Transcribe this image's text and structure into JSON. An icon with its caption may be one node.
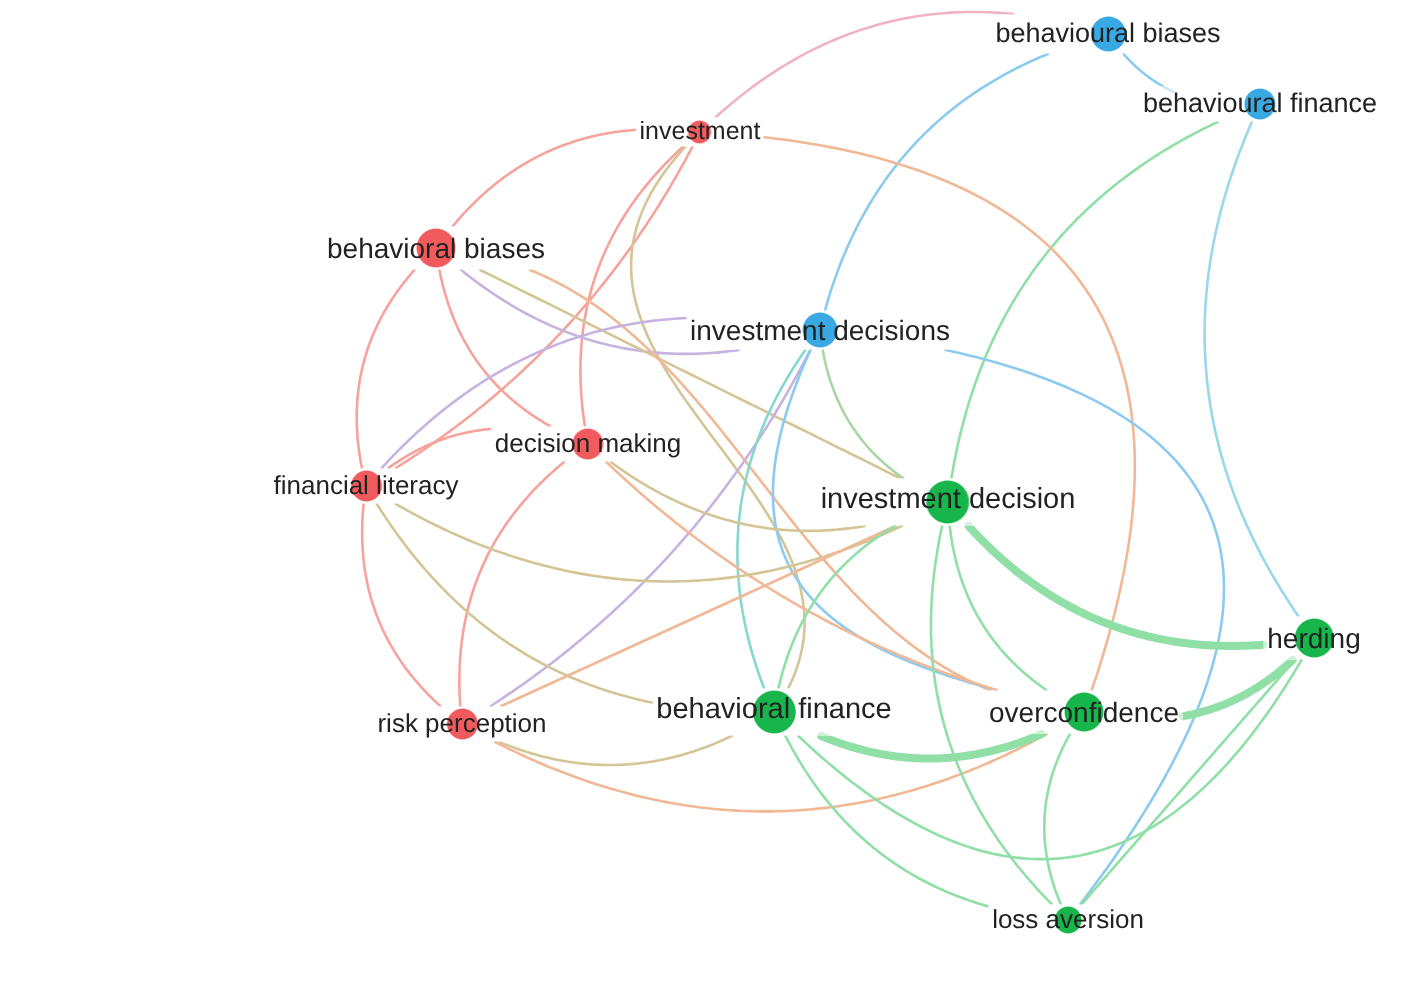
{
  "diagram": {
    "nodes": [
      {
        "text": [
          "behavioural biases"
        ]
      },
      {
        "text": [
          "behavioural finance"
        ]
      },
      {
        "text": [
          "investment"
        ]
      },
      {
        "text": [
          "behavioral biases"
        ]
      },
      {
        "text": [
          "investment decisions"
        ]
      },
      {
        "text": [
          "decision making"
        ]
      },
      {
        "text": [
          "financial literacy"
        ]
      },
      {
        "text": [
          "investment decision"
        ]
      },
      {
        "text": [
          "herding"
        ]
      },
      {
        "text": [
          "behavioral finance"
        ]
      },
      {
        "text": [
          "overconfidence"
        ]
      },
      {
        "text": [
          "risk perception"
        ]
      },
      {
        "text": [
          "loss aversion"
        ]
      }
    ],
    "edges": [
      {
        "from": 0,
        "to": 1,
        "arrow": "none",
        "color": "#8ccbef"
      },
      {
        "from": 0,
        "to": 2,
        "arrow": "none",
        "color": "#f0b3c3"
      },
      {
        "from": 0,
        "to": 4,
        "arrow": "none",
        "color": "#8ccbef"
      },
      {
        "from": 1,
        "to": 8,
        "arrow": "none",
        "color": "#9ad6ec"
      },
      {
        "from": 1,
        "to": 7,
        "arrow": "none",
        "color": "#8fdfa6"
      },
      {
        "from": 2,
        "to": 3,
        "arrow": "none",
        "color": "#f6a39c"
      },
      {
        "from": 2,
        "to": 5,
        "arrow": "none",
        "color": "#f6a39c"
      },
      {
        "from": 2,
        "to": 6,
        "arrow": "none",
        "color": "#f6a39c"
      },
      {
        "from": 2,
        "to": 9,
        "arrow": "none",
        "color": "#d3c596"
      },
      {
        "from": 2,
        "to": 10,
        "arrow": "none",
        "color": "#f1b896"
      },
      {
        "from": 3,
        "to": 4,
        "arrow": "none",
        "color": "#c6b3e0"
      },
      {
        "from": 3,
        "to": 5,
        "arrow": "none",
        "color": "#f6a39c"
      },
      {
        "from": 3,
        "to": 6,
        "arrow": "none",
        "color": "#f6a39c"
      },
      {
        "from": 3,
        "to": 7,
        "arrow": "none",
        "color": "#d3c596"
      },
      {
        "from": 3,
        "to": 10,
        "arrow": "none",
        "color": "#f1b896"
      },
      {
        "from": 4,
        "to": 6,
        "arrow": "none",
        "color": "#c6b3e0"
      },
      {
        "from": 4,
        "to": 11,
        "arrow": "none",
        "color": "#c6b3e0"
      },
      {
        "from": 4,
        "to": 7,
        "arrow": "none",
        "color": "#a9d7a4"
      },
      {
        "from": 4,
        "to": 9,
        "arrow": "none",
        "color": "#86d8cf"
      },
      {
        "from": 4,
        "to": 10,
        "arrow": "none",
        "color": "#8ccbef"
      },
      {
        "from": 4,
        "to": 12,
        "arrow": "none",
        "color": "#8ccbef"
      },
      {
        "from": 5,
        "to": 6,
        "arrow": "none",
        "color": "#f6a39c"
      },
      {
        "from": 5,
        "to": 11,
        "arrow": "none",
        "color": "#f6a39c"
      },
      {
        "from": 5,
        "to": 7,
        "arrow": "none",
        "color": "#d3c596"
      },
      {
        "from": 5,
        "to": 10,
        "arrow": "none",
        "color": "#f1b896"
      },
      {
        "from": 6,
        "to": 11,
        "arrow": "none",
        "color": "#f6a39c"
      },
      {
        "from": 6,
        "to": 7,
        "arrow": "none",
        "color": "#d3c596"
      },
      {
        "from": 6,
        "to": 9,
        "arrow": "none",
        "color": "#d3c596"
      },
      {
        "from": 11,
        "to": 7,
        "arrow": "none",
        "color": "#f1b896"
      },
      {
        "from": 11,
        "to": 10,
        "arrow": "none",
        "color": "#f1b896"
      },
      {
        "from": 11,
        "to": 9,
        "arrow": "none",
        "color": "#d3c596"
      },
      {
        "from": 7,
        "to": 8,
        "arrow": "none",
        "style": "thick",
        "color": "#8fdfa6"
      },
      {
        "from": 7,
        "to": 10,
        "arrow": "none",
        "color": "#8fdfa6"
      },
      {
        "from": 7,
        "to": 9,
        "arrow": "none",
        "color": "#8fdfa6"
      },
      {
        "from": 7,
        "to": 12,
        "arrow": "none",
        "color": "#8fdfa6"
      },
      {
        "from": 9,
        "to": 10,
        "arrow": "none",
        "style": "thick",
        "color": "#8fdfa6"
      },
      {
        "from": 9,
        "to": 8,
        "arrow": "none",
        "color": "#8fdfa6"
      },
      {
        "from": 9,
        "to": 12,
        "arrow": "none",
        "color": "#8fdfa6"
      },
      {
        "from": 10,
        "to": 8,
        "arrow": "none",
        "style": "thick",
        "color": "#8fdfa6"
      },
      {
        "from": 10,
        "to": 12,
        "arrow": "none",
        "color": "#8fdfa6"
      },
      {
        "from": 8,
        "to": 12,
        "arrow": "none",
        "color": "#8fdfa6"
      }
    ]
  }
}
